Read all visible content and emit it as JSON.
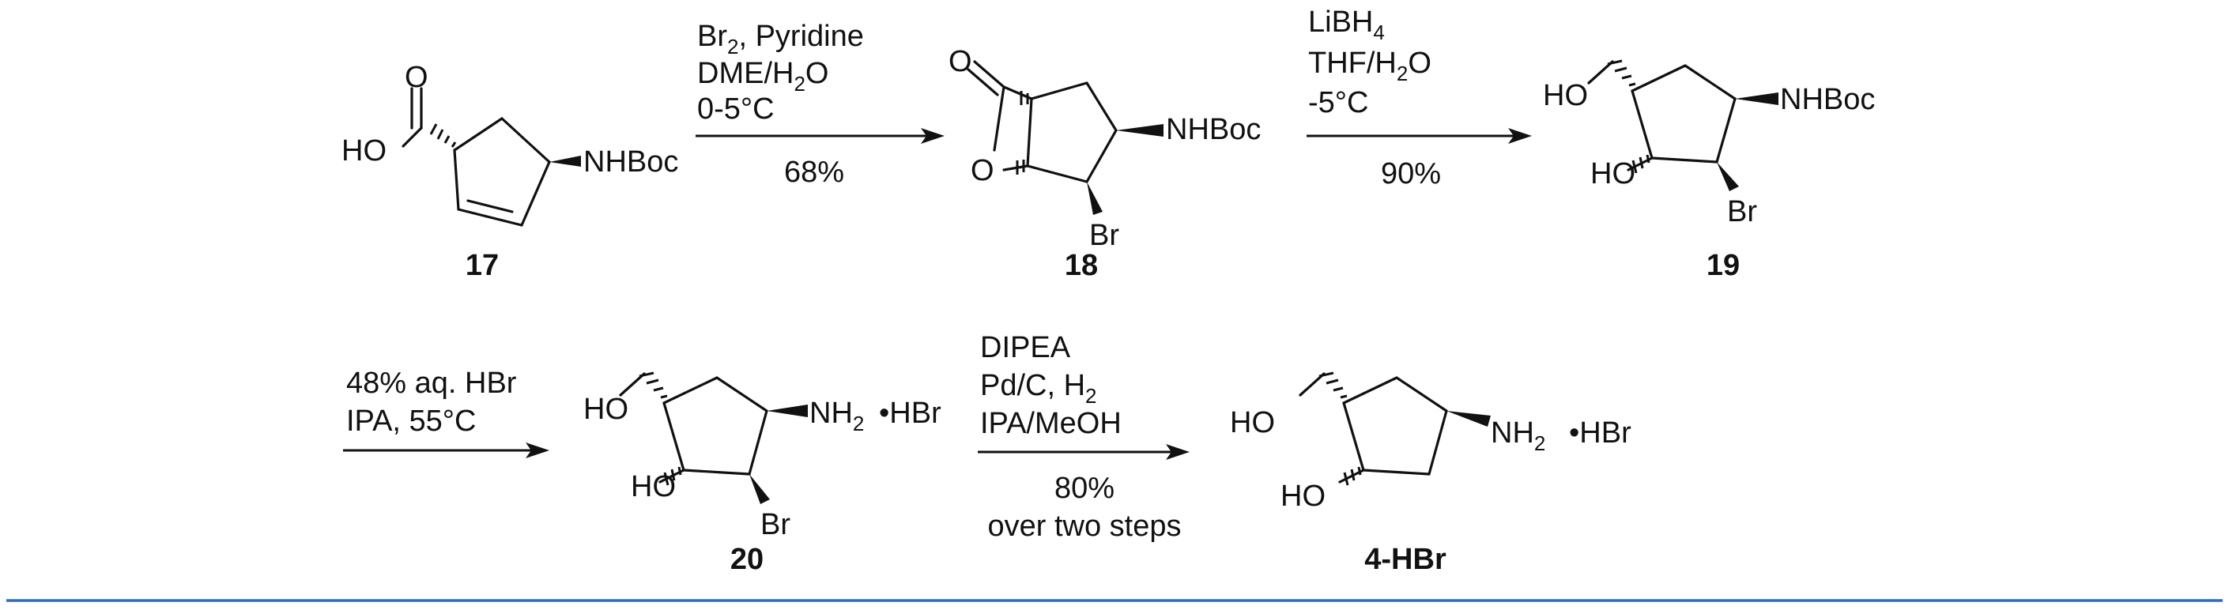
{
  "compounds": {
    "c17": "17",
    "c18": "18",
    "c19": "19",
    "c20": "20",
    "c4hbr": "4-HBr"
  },
  "atoms": {
    "o": "O",
    "ho": "HO",
    "nhboc": "NHBoc",
    "br": "Br",
    "nh2": "NH",
    "sub2": "2",
    "hbr": "•HBr"
  },
  "reagents": {
    "step1": {
      "line1": "Br",
      "line1_sub": "2",
      "line1_rest": ", Pyridine",
      "line2": "DME/H",
      "line2_sub": "2",
      "line2_rest": "O",
      "line3": "0-5°C",
      "yield": "68%"
    },
    "step2": {
      "line1": "LiBH",
      "line1_sub": "4",
      "line2": "THF/H",
      "line2_sub": "2",
      "line2_rest": "O",
      "line3": "-5°C",
      "yield": "90%"
    },
    "step3": {
      "line1": "48% aq. HBr",
      "line2": "IPA, 55°C"
    },
    "step4": {
      "line1": "DIPEA",
      "line2": "Pd/C, H",
      "line2_sub": "2",
      "line3": "IPA/MeOH",
      "yield": "80%",
      "yield2": "over two steps"
    }
  },
  "colors": {
    "rule": "#2e6fb8",
    "ink": "#111111"
  }
}
